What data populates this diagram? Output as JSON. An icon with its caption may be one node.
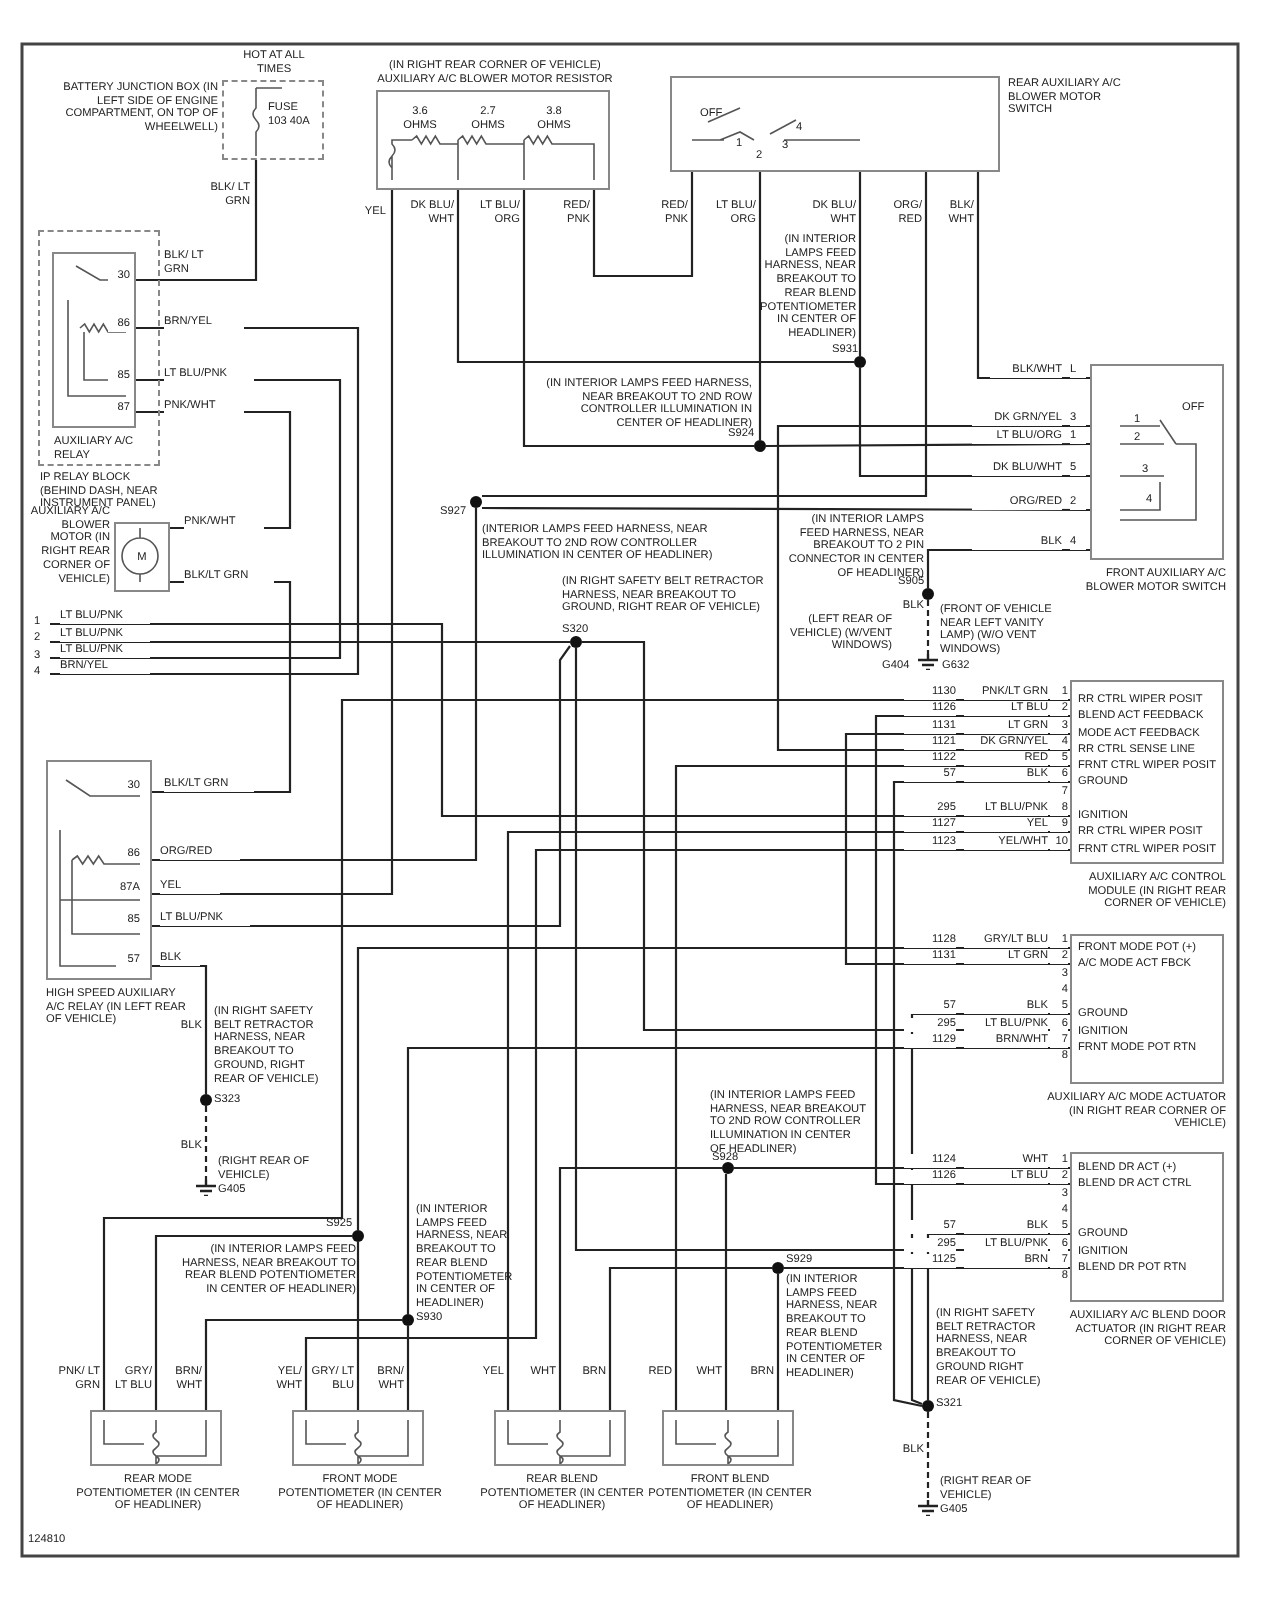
{
  "diagram": {
    "nodes": [
      {
        "text": [
          "HOT AT ALL TIMES",
          "FUSE 103 40A"
        ],
        "beside": [
          "BATTERY JUNCTION BOX (IN LEFT SIDE OF ENGINE COMPARTMENT, ON TOP OF WHEELWELL)"
        ]
      },
      {
        "text": [
          "(IN RIGHT REAR CORNER OF VEHICLE) AUXILIARY A/C BLOWER MOTOR RESISTOR",
          "3.6 OHMS",
          "2.7 OHMS",
          "3.8 OHMS"
        ]
      },
      {
        "text": [
          "OFF",
          "1",
          "2",
          "3",
          "4"
        ],
        "beside": [
          "REAR AUXILIARY A/C BLOWER MOTOR SWITCH"
        ]
      },
      {
        "text": [
          "IP RELAY BLOCK (BEHIND DASH, NEAR INSTRUMENT PANEL)"
        ]
      },
      {
        "text": [
          "AUXILIARY A/C RELAY"
        ],
        "in": 3
      },
      {
        "text": [
          "M"
        ],
        "beside": [
          "AUXILIARY A/C BLOWER MOTOR (IN RIGHT REAR CORNER OF VEHICLE)"
        ]
      },
      {
        "text": [
          "OFF",
          "1",
          "2",
          "3",
          "4"
        ],
        "beside": [
          "FRONT AUXILIARY A/C BLOWER MOTOR SWITCH"
        ]
      },
      {
        "text": [],
        "shape": "box",
        "beside": [
          "HIGH SPEED AUXILIARY A/C RELAY (IN LEFT REAR OF VEHICLE)"
        ]
      },
      {
        "text": [
          "RR CTRL WIPER POSIT",
          "BLEND ACT FEEDBACK",
          "MODE ACT FEEDBACK",
          "RR CTRL SENSE LINE",
          "FRNT CTRL WIPER POSIT",
          "GROUND",
          "IGNITION",
          "RR CTRL WIPER POSIT",
          "FRNT CTRL WIPER POSIT"
        ],
        "beside": [
          "AUXILIARY A/C CONTROL MODULE (IN RIGHT REAR CORNER OF VEHICLE)"
        ]
      },
      {
        "text": [
          "FRONT MODE POT (+)",
          "A/C MODE ACT FBCK",
          "GROUND",
          "IGNITION",
          "FRNT MODE POT RTN"
        ],
        "beside": [
          "AUXILIARY A/C MODE ACTUATOR (IN RIGHT REAR CORNER OF VEHICLE)"
        ]
      },
      {
        "text": [
          "BLEND DR ACT (+)",
          "BLEND DR ACT CTRL",
          "GROUND",
          "IGNITION",
          "BLEND DR POT RTN"
        ],
        "beside": [
          "AUXILIARY A/C BLEND DOOR ACTUATOR (IN RIGHT REAR CORNER OF VEHICLE)"
        ]
      },
      {
        "text": [],
        "shape": "box",
        "beside": [
          "REAR MODE POTENTIOMETER (IN CENTER OF HEADLINER)"
        ]
      },
      {
        "text": [],
        "shape": "box",
        "beside": [
          "FRONT MODE POTENTIOMETER (IN CENTER OF HEADLINER)"
        ]
      },
      {
        "text": [],
        "shape": "box",
        "beside": [
          "REAR BLEND POTENTIOMETER (IN CENTER OF HEADLINER)"
        ]
      },
      {
        "text": [],
        "shape": "box",
        "beside": [
          "FRONT BLEND POTENTIOMETER (IN CENTER OF HEADLINER)"
        ]
      },
      {
        "text": [
          "S927"
        ],
        "beside": [
          "(INTERIOR LAMPS FEED HARNESS, NEAR BREAKOUT TO 2ND ROW CONTROLLER ILLUMINATION IN CENTER OF HEADLINER)"
        ]
      },
      {
        "text": [
          "S931"
        ],
        "beside": [
          "(IN INTERIOR LAMPS FEED HARNESS, NEAR BREAKOUT TO REAR BLEND POTENTIOMETER IN CENTER OF HEADLINER)"
        ]
      },
      {
        "text": [
          "S924"
        ],
        "beside": [
          "(IN INTERIOR LAMPS FEED HARNESS, NEAR BREAKOUT TO 2ND ROW CONTROLLER ILLUMINATION IN CENTER OF HEADLINER)"
        ]
      },
      {
        "text": [
          "S905"
        ],
        "beside": [
          "(IN INTERIOR LAMPS FEED HARNESS, NEAR BREAKOUT TO 2 PIN CONNECTOR IN CENTER OF HEADLINER)"
        ]
      },
      {
        "text": [
          "G404",
          "G632"
        ],
        "beside": [
          "(LEFT REAR OF VEHICLE) (W/VENT WINDOWS)",
          "(FRONT OF VEHICLE NEAR LEFT VANITY LAMP) (W/O VENT WINDOWS)"
        ]
      },
      {
        "text": [
          "S320"
        ],
        "beside": [
          "(IN RIGHT SAFETY BELT RETRACTOR HARNESS, NEAR BREAKOUT TO GROUND, RIGHT REAR OF VEHICLE)"
        ]
      },
      {
        "text": [
          "S323"
        ],
        "beside": [
          "(IN RIGHT SAFETY BELT RETRACTOR HARNESS, NEAR BREAKOUT TO GROUND, RIGHT REAR OF VEHICLE)"
        ]
      },
      {
        "text": [
          "G405"
        ],
        "beside": [
          "(RIGHT REAR OF VEHICLE)"
        ]
      },
      {
        "text": [
          "S925"
        ],
        "beside": [
          "(IN INTERIOR LAMPS FEED HARNESS, NEAR BREAKOUT TO REAR BLEND POTENTIOMETER IN CENTER OF HEADLINER)"
        ]
      },
      {
        "text": [
          "S930"
        ],
        "beside": [
          "(IN INTERIOR LAMPS FEED HARNESS, NEAR BREAKOUT TO REAR BLEND POTENTIOMETER IN CENTER OF HEADLINER)"
        ]
      },
      {
        "text": [
          "S928"
        ],
        "beside": [
          "(IN INTERIOR LAMPS FEED HARNESS, NEAR BREAKOUT TO 2ND ROW CONTROLLER ILLUMINATION IN CENTER OF HEADLINER)"
        ]
      },
      {
        "text": [
          "S929"
        ],
        "beside": [
          "(IN INTERIOR LAMPS FEED HARNESS, NEAR BREAKOUT TO REAR BLEND POTENTIOMETER IN CENTER OF HEADLINER)"
        ]
      },
      {
        "text": [
          "S321"
        ],
        "beside": [
          "(IN RIGHT SAFETY BELT RETRACTOR HARNESS, NEAR BREAKOUT TO GROUND RIGHT REAR OF VEHICLE)"
        ]
      },
      {
        "text": [
          "G405"
        ],
        "beside": [
          "(RIGHT REAR OF VEHICLE)"
        ]
      },
      {
        "text": [
          "1"
        ]
      },
      {
        "text": [
          "2"
        ]
      },
      {
        "text": [
          "3"
        ]
      },
      {
        "text": [
          "4"
        ]
      }
    ],
    "edges": [
      {
        "from": 0,
        "to": 4,
        "arrow": "none"
      },
      {
        "from": 4,
        "to": 32,
        "arrow": "none"
      },
      {
        "from": 4,
        "to": 31,
        "arrow": "none"
      },
      {
        "from": 4,
        "to": 5,
        "arrow": "none"
      },
      {
        "from": 5,
        "to": 7,
        "arrow": "none"
      },
      {
        "from": 29,
        "to": 8,
        "arrow": "none"
      },
      {
        "from": 30,
        "to": 20,
        "arrow": "none"
      },
      {
        "from": 7,
        "to": 20,
        "arrow": "none"
      },
      {
        "from": 7,
        "to": 15,
        "arrow": "none"
      },
      {
        "from": 7,
        "to": 1,
        "arrow": "none"
      },
      {
        "from": 7,
        "to": 21,
        "arrow": "none"
      },
      {
        "from": 21,
        "to": 22,
        "arrow": "none",
        "style": "dashed"
      },
      {
        "from": 1,
        "to": 16,
        "arrow": "none"
      },
      {
        "from": 2,
        "to": 16,
        "arrow": "none"
      },
      {
        "from": 16,
        "to": 6,
        "arrow": "none"
      },
      {
        "from": 1,
        "to": 17,
        "arrow": "none"
      },
      {
        "from": 2,
        "to": 17,
        "arrow": "none"
      },
      {
        "from": 17,
        "to": 6,
        "arrow": "none"
      },
      {
        "from": 1,
        "to": 2,
        "arrow": "none"
      },
      {
        "from": 2,
        "to": 6,
        "arrow": "none"
      },
      {
        "from": 2,
        "to": 15,
        "arrow": "none"
      },
      {
        "from": 6,
        "to": 15,
        "arrow": "none"
      },
      {
        "from": 6,
        "to": 8,
        "arrow": "none"
      },
      {
        "from": 6,
        "to": 18,
        "arrow": "none"
      },
      {
        "from": 18,
        "to": 19,
        "arrow": "none",
        "style": "dashed"
      },
      {
        "from": 11,
        "to": 8,
        "arrow": "none"
      },
      {
        "from": 8,
        "to": 10,
        "arrow": "none"
      },
      {
        "from": 8,
        "to": 9,
        "arrow": "none"
      },
      {
        "from": 14,
        "to": 8,
        "arrow": "none"
      },
      {
        "from": 8,
        "to": 27,
        "arrow": "none"
      },
      {
        "from": 13,
        "to": 8,
        "arrow": "none"
      },
      {
        "from": 12,
        "to": 8,
        "arrow": "none"
      },
      {
        "from": 11,
        "to": 23,
        "arrow": "none"
      },
      {
        "from": 12,
        "to": 23,
        "arrow": "none"
      },
      {
        "from": 23,
        "to": 9,
        "arrow": "none"
      },
      {
        "from": 20,
        "to": 9,
        "arrow": "none"
      },
      {
        "from": 20,
        "to": 10,
        "arrow": "none"
      },
      {
        "from": 9,
        "to": 27,
        "arrow": "none"
      },
      {
        "from": 10,
        "to": 27,
        "arrow": "none"
      },
      {
        "from": 27,
        "to": 28,
        "arrow": "none",
        "style": "dashed"
      },
      {
        "from": 11,
        "to": 24,
        "arrow": "none"
      },
      {
        "from": 12,
        "to": 24,
        "arrow": "none"
      },
      {
        "from": 24,
        "to": 9,
        "arrow": "none"
      },
      {
        "from": 13,
        "to": 25,
        "arrow": "none"
      },
      {
        "from": 14,
        "to": 25,
        "arrow": "none"
      },
      {
        "from": 25,
        "to": 10,
        "arrow": "none"
      },
      {
        "from": 13,
        "to": 26,
        "arrow": "none"
      },
      {
        "from": 14,
        "to": 26,
        "arrow": "none"
      },
      {
        "from": 26,
        "to": 10,
        "arrow": "none"
      }
    ],
    "labels": [
      "BLK/ LT GRN",
      "30",
      "BLK/ LT GRN",
      "86",
      "BRN/YEL",
      "85",
      "LT BLU/PNK",
      "87",
      "PNK/WHT",
      "PNK/WHT",
      "BLK/LT GRN",
      "LT BLU/PNK",
      "LT BLU/PNK",
      "LT BLU/PNK",
      "BRN/YEL",
      "30",
      "BLK/LT GRN",
      "86",
      "ORG/RED",
      "87A",
      "YEL",
      "85",
      "LT BLU/PNK",
      "57",
      "BLK",
      "BLK",
      "BLK",
      "YEL",
      "DK BLU/ WHT",
      "LT BLU/ ORG",
      "RED/ PNK",
      "RED/ PNK",
      "LT BLU/ ORG",
      "DK BLU/ WHT",
      "ORG/ RED",
      "BLK/ WHT",
      "BLK/WHT",
      "L",
      "DK GRN/YEL",
      "3",
      "LT BLU/ORG",
      "1",
      "DK BLU/WHT",
      "5",
      "ORG/RED",
      "2",
      "BLK",
      "4",
      "BLK",
      "1130",
      "PNK/LT GRN",
      "1",
      "1126",
      "LT BLU",
      "2",
      "1131",
      "LT GRN",
      "3",
      "1121",
      "DK GRN/YEL",
      "4",
      "1122",
      "RED",
      "5",
      "57",
      "BLK",
      "6",
      "7",
      "295",
      "LT BLU/PNK",
      "8",
      "1127",
      "YEL",
      "9",
      "1123",
      "YEL/WHT",
      "10",
      "1128",
      "GRY/LT BLU",
      "1",
      "1131",
      "LT GRN",
      "2",
      "3",
      "4",
      "57",
      "BLK",
      "5",
      "295",
      "LT BLU/PNK",
      "6",
      "1129",
      "BRN/WHT",
      "7",
      "8",
      "1124",
      "WHT",
      "1",
      "1126",
      "LT BLU",
      "2",
      "3",
      "4",
      "57",
      "BLK",
      "5",
      "295",
      "LT BLU/PNK",
      "6",
      "1125",
      "BRN",
      "7",
      "8",
      "PNK/ LT GRN",
      "GRY/ LT BLU",
      "BRN/ WHT",
      "YEL/ WHT",
      "GRY/ LT BLU",
      "BRN/ WHT",
      "YEL",
      "WHT",
      "BRN",
      "RED",
      "WHT",
      "BRN",
      "BLK",
      "124810"
    ]
  }
}
